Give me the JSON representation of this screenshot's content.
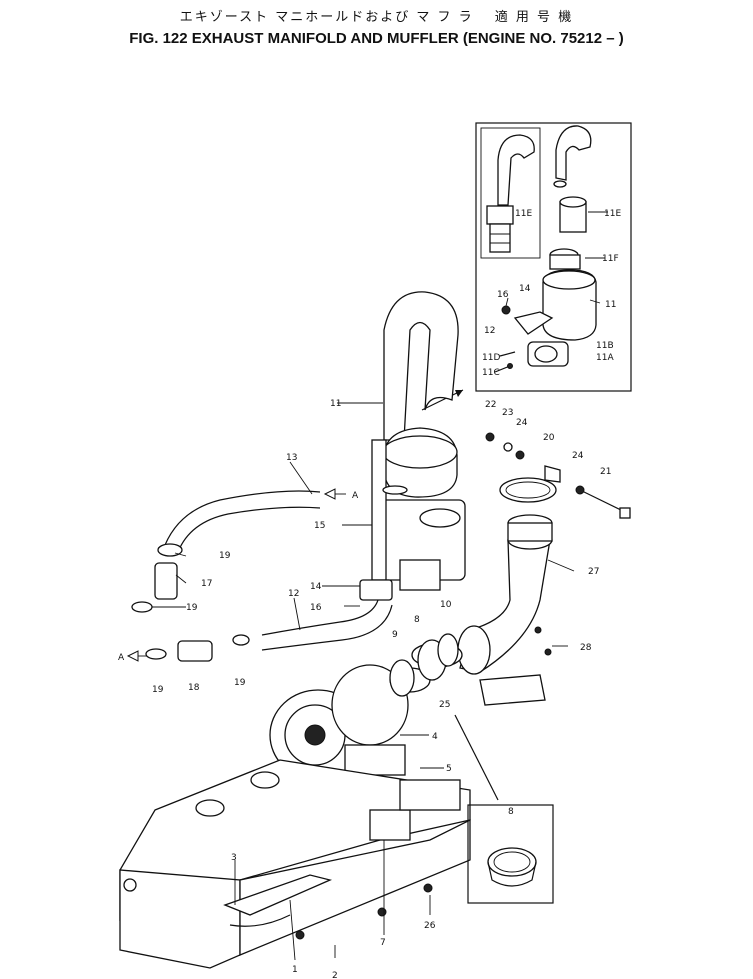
{
  "title_jp": "エキゾースト マニホールドおよび マ フ ラ　 適 用 号 機",
  "title_en": "FIG. 122  EXHAUST MANIFOLD AND MUFFLER (ENGINE NO. 75212 – )",
  "callouts": {
    "c1": "1",
    "c2": "2",
    "c3": "3",
    "c4": "4",
    "c5": "5",
    "c7": "7",
    "c8": "8",
    "c8b": "8",
    "c9": "9",
    "c10": "10",
    "c11": "11",
    "c11i": "11",
    "c11A": "11A",
    "c11B": "11B",
    "c11C": "11C",
    "c11D": "11D",
    "c11E": "11E",
    "c11Eb": "11E",
    "c11F": "11F",
    "c12": "12",
    "c12i": "12",
    "c13": "13",
    "c14": "14",
    "c14i": "14",
    "c15": "15",
    "c16": "16",
    "c16i": "16",
    "c17": "17",
    "c18": "18",
    "c19a": "19",
    "c19b": "19",
    "c19c": "19",
    "c19d": "19",
    "c20": "20",
    "c21": "21",
    "c22": "22",
    "c23": "23",
    "c24a": "24",
    "c24b": "24",
    "c25": "25",
    "c26": "26",
    "c27": "27",
    "c28": "28"
  },
  "arrow_label_a": "A",
  "arrow_label_b": "A"
}
